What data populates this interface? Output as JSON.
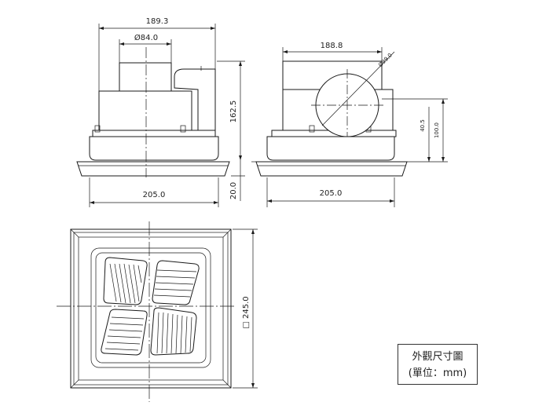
{
  "dimensions": {
    "side_width_top": "189.3",
    "side_inlet_dia": "Ø84.0",
    "side_height": "162.5",
    "side_bottom_width": "205.0",
    "grille_thickness": "20.0",
    "front_width_top": "188.8",
    "front_duct_dia": "Ø99.0",
    "front_center_height": "40.5",
    "front_total": "100.0",
    "front_bottom_width": "205.0",
    "plan_square": "□ 245.0"
  },
  "legend": {
    "line1": "外觀尺寸圖",
    "line2": "(單位：mm)"
  }
}
